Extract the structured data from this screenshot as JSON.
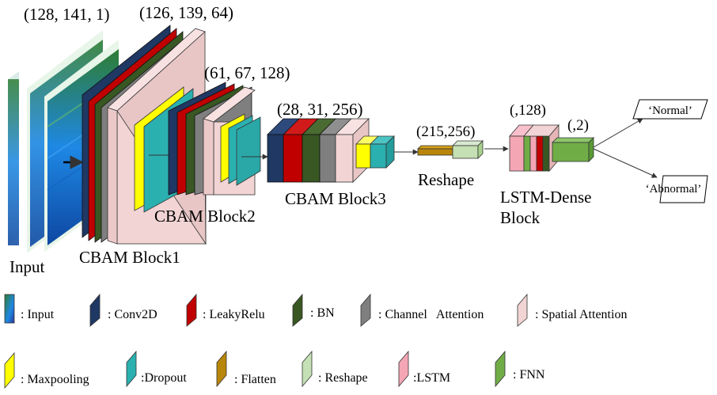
{
  "colors": {
    "conv2d": "#1f3864",
    "leakyrelu": "#c00000",
    "bn": "#385723",
    "channel_attention": "#7f7f7f",
    "spatial_attention": "#f2d4d4",
    "maxpooling": "#ffff00",
    "dropout": "#2bb0b0",
    "flatten": "#b8860b",
    "reshape": "#c5e0b4",
    "lstm": "#f4a6b5",
    "fnn": "#70ad47"
  },
  "shapes": {
    "input": "(128, 141, 1)",
    "block1_top": "(126, 139, 64)",
    "block2": "(61, 67, 128)",
    "block3": "(28, 31, 256)",
    "reshape": "(215,256)",
    "lstm": "(,128)",
    "dense": "(,2)"
  },
  "labels": {
    "input": "Input",
    "block1": "CBAM Block1",
    "block2": "CBAM Block2",
    "block3": "CBAM Block3",
    "reshape": "Reshape",
    "lstm_line1": "LSTM-Dense",
    "lstm_line2": "Block"
  },
  "outputs": {
    "normal": "‘Normal’",
    "abnormal": "‘Abnormal’"
  },
  "legend": {
    "input": ": Input",
    "conv2d": ": Conv2D",
    "leakyrelu": ": LeakyRelu",
    "bn": ": BN",
    "channel_attention": ": Channel   Attention",
    "spatial_attention": ": Spatial Attention",
    "maxpooling": ": Maxpooling",
    "dropout": ":Dropout",
    "flatten": ": Flatten",
    "reshape": ": Reshape",
    "lstm": ":LSTM",
    "fnn": ": FNN"
  }
}
